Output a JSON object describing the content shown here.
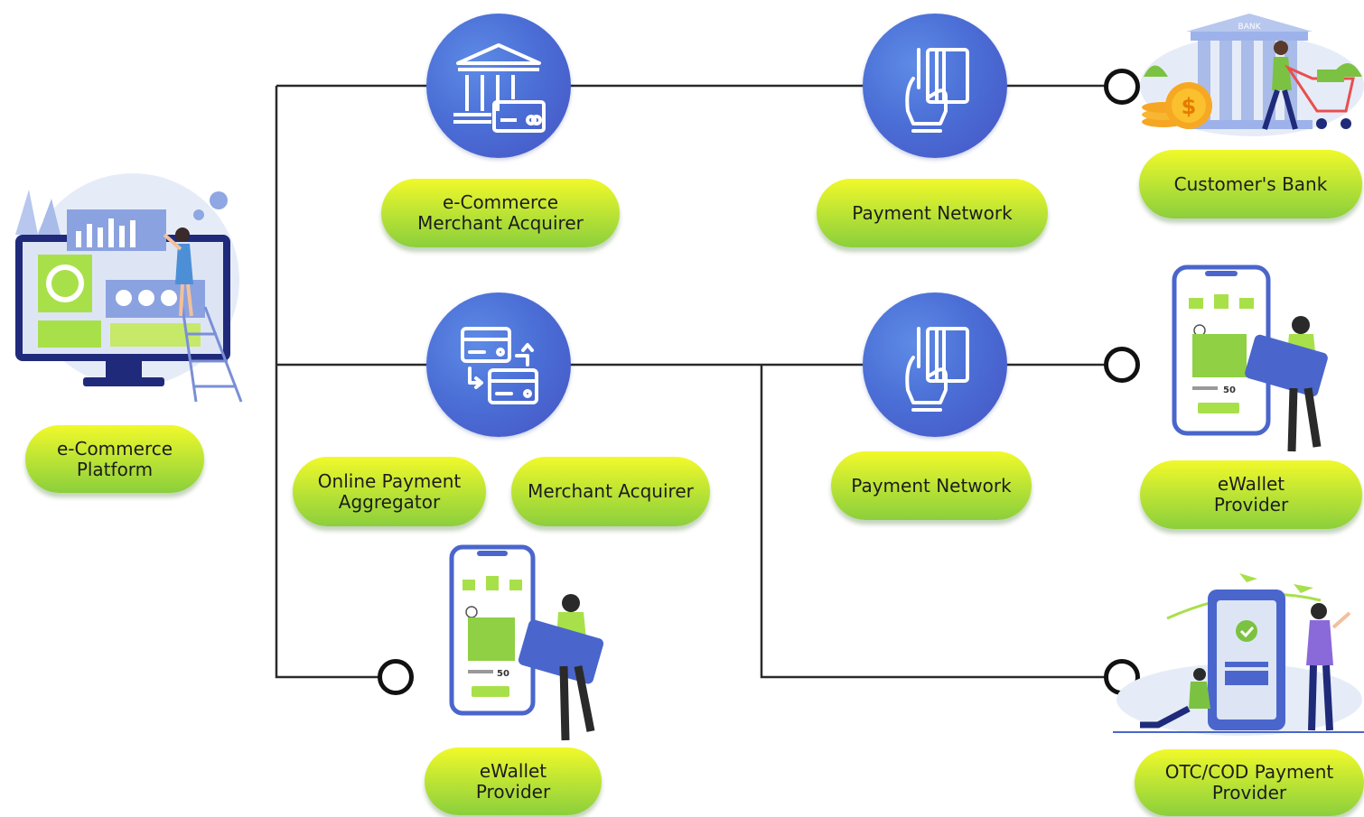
{
  "colors": {
    "connector_line": "#2a2a2a",
    "pill_gradient_top": "#f1f92a",
    "pill_gradient_bottom": "#8bcf3c",
    "icon_circle": "#4b6fd6",
    "text": "#1d1d1d"
  },
  "labels": {
    "ecommerce_platform": [
      "e-Commerce",
      "Platform"
    ],
    "ecommerce_merchant_acquirer": [
      "e-Commerce",
      "Merchant Acquirer"
    ],
    "payment_network_top": [
      "Payment Network"
    ],
    "customers_bank": [
      "Customer's Bank"
    ],
    "online_payment_aggregator": [
      "Online Payment",
      "Aggregator"
    ],
    "merchant_acquirer": [
      "Merchant Acquirer"
    ],
    "payment_network_mid": [
      "Payment Network"
    ],
    "ewallet_provider_right": [
      "eWallet",
      "Provider"
    ],
    "ewallet_provider_bottom": [
      "eWallet",
      "Provider"
    ],
    "otc_cod_payment_provider": [
      "OTC/COD Payment",
      "Provider"
    ]
  },
  "icons": {
    "top_left_circle": "bank-icon",
    "top_right_circle": "card-payment-hand-icon",
    "mid_left_circle": "card-transfer-icon",
    "mid_right_circle": "card-payment-hand-icon"
  },
  "illustration_text": {
    "bank_sign": "BANK",
    "phone_amount": "50"
  }
}
